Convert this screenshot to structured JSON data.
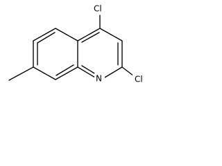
{
  "molecule": {
    "atoms": {
      "cl_top": "Cl",
      "cl_right": "Cl",
      "nitrogen": "N"
    }
  }
}
